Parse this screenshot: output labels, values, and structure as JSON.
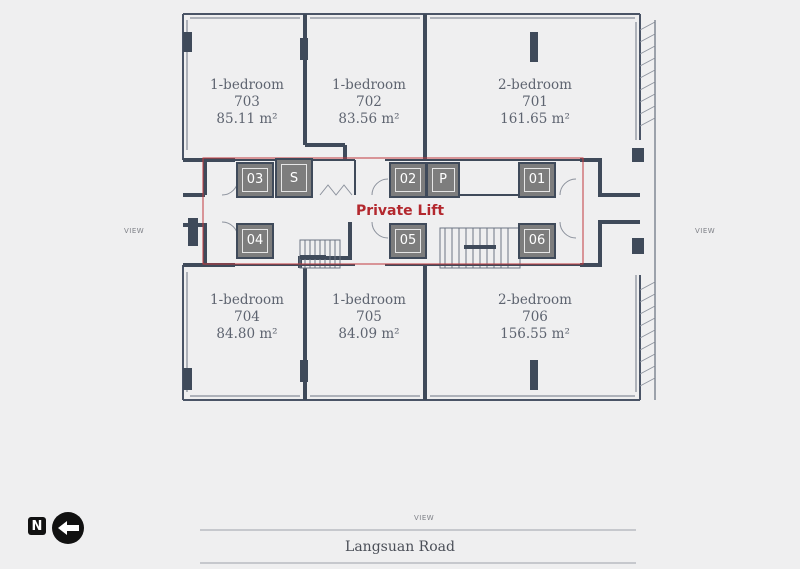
{
  "units": [
    {
      "type": "1-bedroom",
      "number": "703",
      "area": "85.11 m²"
    },
    {
      "type": "1-bedroom",
      "number": "702",
      "area": "83.56 m²"
    },
    {
      "type": "2-bedroom",
      "number": "701",
      "area": "161.65 m²"
    },
    {
      "type": "1-bedroom",
      "number": "704",
      "area": "84.80 m²"
    },
    {
      "type": "1-bedroom",
      "number": "705",
      "area": "84.09 m²"
    },
    {
      "type": "2-bedroom",
      "number": "706",
      "area": "156.55 m²"
    }
  ],
  "lifts": [
    "03",
    "S",
    "02",
    "P",
    "01",
    "04",
    "05",
    "06"
  ],
  "private_lift_label": "Private Lift",
  "view_labels": [
    "VIEW",
    "VIEW",
    "VIEW"
  ],
  "road": "Langsuan Road",
  "compass_label": "N",
  "colors": {
    "walls": "#3f4a5a",
    "lift": "#7d7d7d",
    "highlight": "#b3282e",
    "background": "#efeff0"
  }
}
